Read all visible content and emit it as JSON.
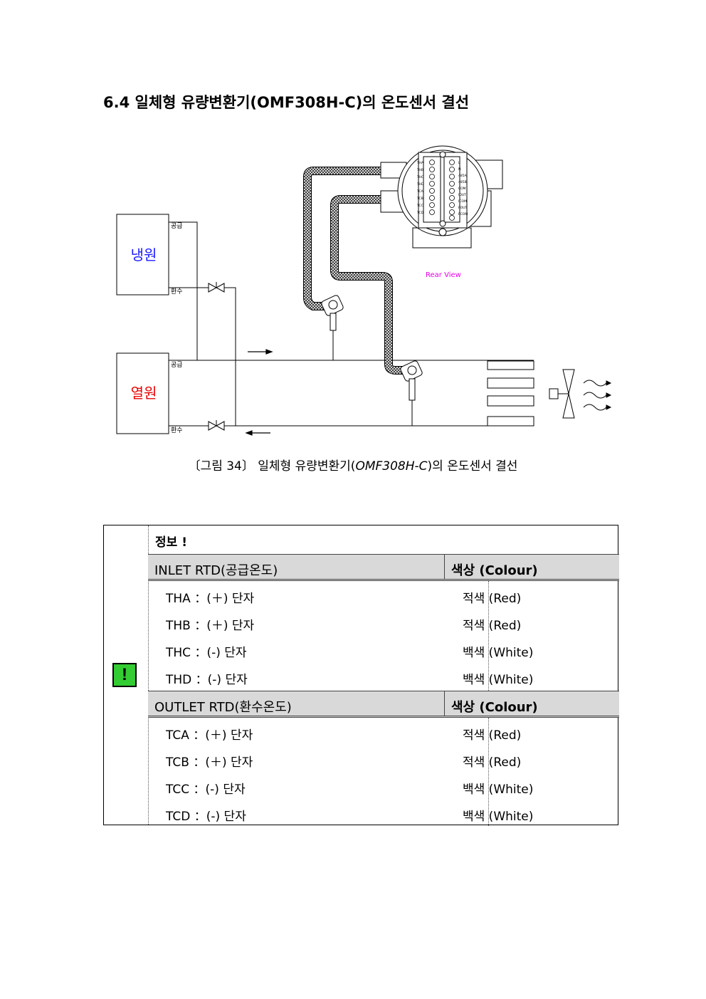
{
  "heading": "6.4 일체형 유량변환기(OMF308H-C)의 온도센서 결선",
  "diagram": {
    "cold_source": "냉원",
    "heat_source": "열원",
    "supply": "공급",
    "return": "환수",
    "rear_view": "Rear View",
    "terminals_left": [
      "THA",
      "THB",
      "THC",
      "THD",
      "TCA",
      "TCB",
      "TCC",
      "TCD"
    ],
    "terminals_right": [
      "L",
      "N",
      "485A",
      "485B",
      "COM",
      "IOUT",
      "ICOM",
      "POUT",
      "PCOM"
    ]
  },
  "caption": {
    "prefix": "〔그림 34〕 일체형 유량변환기(",
    "model": "OMF308H-C",
    "suffix": ")의 온도센서 결선"
  },
  "info": {
    "icon": "!",
    "title": "정보 !",
    "inlet_header": "INLET RTD(공급온도)",
    "outlet_header": "OUTLET RTD(환수온도)",
    "colour_header": "색상 (Colour)",
    "inlet_rows": [
      {
        "terminal": "THA ：(＋) 단자",
        "colour": "적색 (Red)"
      },
      {
        "terminal": "THB ：(＋) 단자",
        "colour": "적색 (Red)"
      },
      {
        "terminal": "THC ：(-) 단자",
        "colour": "백색 (White)"
      },
      {
        "terminal": "THD ：(-) 단자",
        "colour": "백색 (White)"
      }
    ],
    "outlet_rows": [
      {
        "terminal": "TCA ：(＋) 단자",
        "colour": "적색 (Red)"
      },
      {
        "terminal": "TCB ：(＋) 단자",
        "colour": "적색 (Red)"
      },
      {
        "terminal": "TCC ：(-) 단자",
        "colour": "백색 (White)"
      },
      {
        "terminal": "TCD ：(-) 단자",
        "colour": "백색 (White)"
      }
    ]
  },
  "colors": {
    "cold": "#1a1aff",
    "heat": "#e60000",
    "rear_view": "#e600e6",
    "icon_bg": "#33cc33",
    "header_bg": "#d9d9d9"
  }
}
